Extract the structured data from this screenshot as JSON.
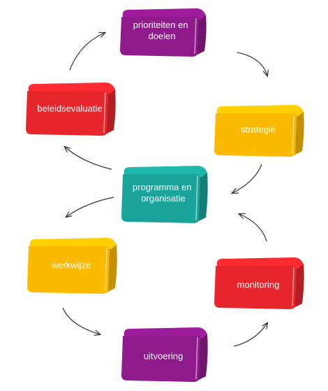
{
  "colors": {
    "purple": "#8e1a8c",
    "red": "#e6262c",
    "yellow": "#fbb900",
    "teal": "#1aa39b",
    "arrow": "#333333"
  },
  "nodes": {
    "prioriteiten": {
      "line1": "prioriteiten en",
      "line2": "doelen"
    },
    "strategie": {
      "line1": "strategie"
    },
    "beleidsevaluatie": {
      "line1": "beleidsevaluatie"
    },
    "programma": {
      "line1": "programma  en",
      "line2": "organisatie"
    },
    "werkwijze": {
      "line1": "werkwijze"
    },
    "monitoring": {
      "line1": "monitoring"
    },
    "uitvoering": {
      "line1": "uitvoering"
    }
  }
}
